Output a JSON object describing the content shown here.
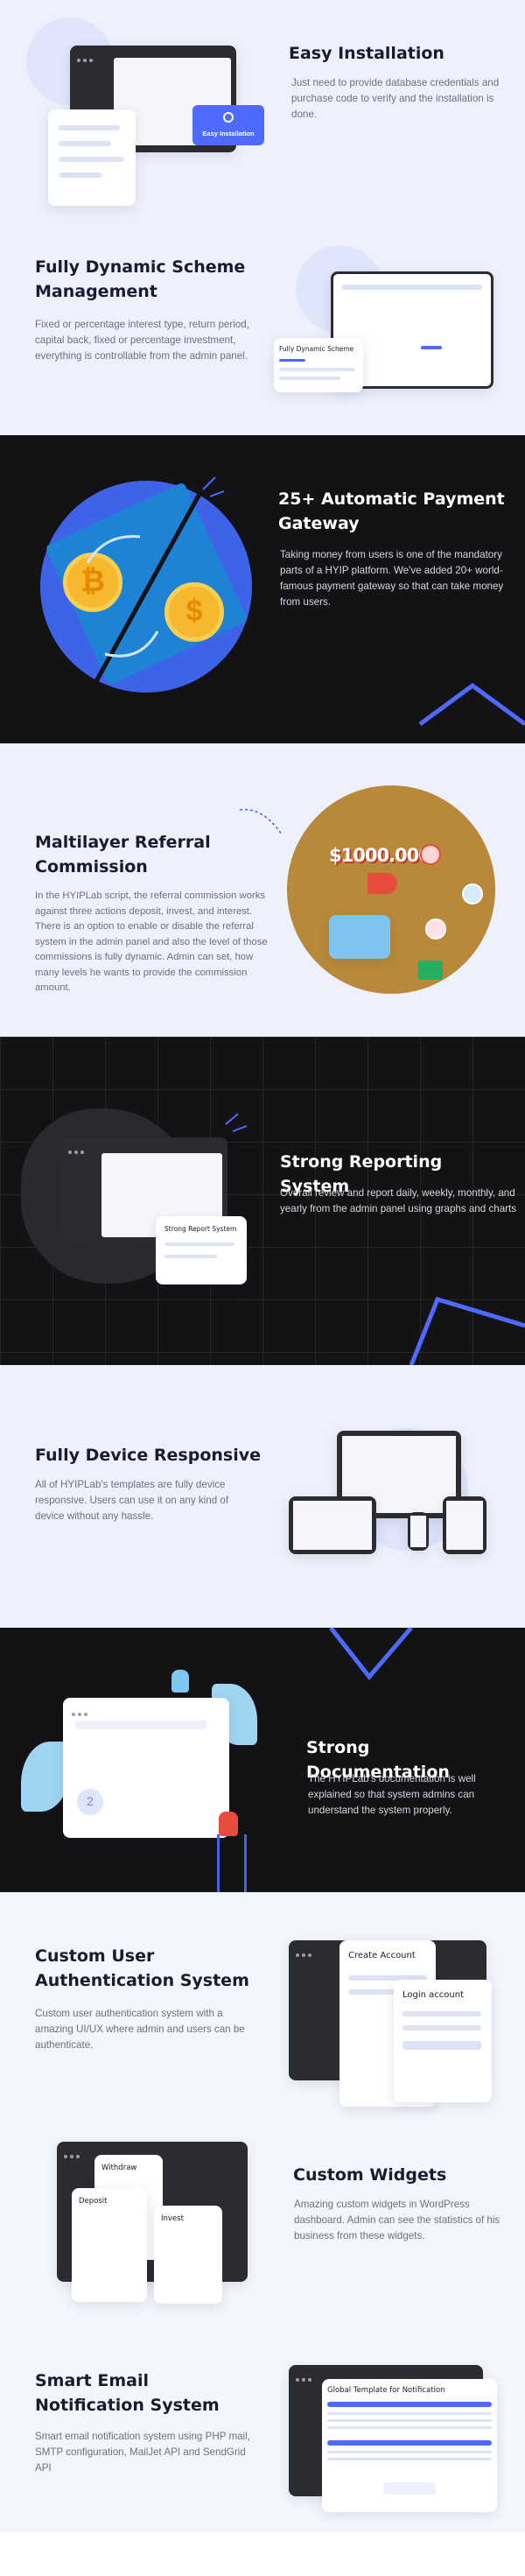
{
  "sections": [
    {
      "title": "Easy Installation",
      "desc": "Just need to provide database credentials and purchase code to verify and the installation is done.",
      "badge": "Easy Installation"
    },
    {
      "title": "Fully Dynamic Scheme Management",
      "desc": "Fixed or percentage interest type, return period, capital back, fixed or percentage investment, everything is controllable from the admin panel.",
      "badge": "Fully Dynamic Scheme"
    },
    {
      "title": "25+ Automatic Payment Gateway",
      "desc": "Taking money from users is one of the mandatory parts of a HYIP platform. We've added 20+ world-famous payment gateway so that can take money from users."
    },
    {
      "title": "Maltilayer Referral Commission",
      "desc": "In the HYIPLab script, the referral commission works against three actions deposit, invest, and interest. There is an option to enable or disable the referral system in the admin panel and also the level of those commissions is fully dynamic. Admin can set, how many levels he wants to provide the commission amount.",
      "money": "$1000.000"
    },
    {
      "title": "Strong Reporting  System",
      "desc": "Overall review and report daily, weekly, monthly, and yearly from the admin panel using graphs and charts",
      "badge": "Strong Report System"
    },
    {
      "title": "Fully Device Responsive",
      "desc": "All of HYIPLab's templates are fully device responsive. Users can use it on any kind of device without any hassle."
    },
    {
      "title": "Strong Documentation",
      "desc": "The HYIPLab's documentation is well explained so that system admins can understand the system properly.",
      "step": "2"
    },
    {
      "title": "Custom User Authentication System",
      "desc": "Custom user authentication system with a amazing UI/UX where admin and users can be authenticate.",
      "card1": "Create Account",
      "card2": "Login account"
    },
    {
      "title": "Custom Widgets",
      "desc": "Amazing custom widgets in WordPress dashboard. Admin can see the statistics of his business from these widgets.",
      "card1": "Withdraw",
      "card2": "Deposit",
      "card3": "Invest"
    },
    {
      "title": "Smart Email Notification System",
      "desc": "Smart email notification system using PHP mail, SMTP configuration, MailJet API and SendGrid API",
      "card": "Global Template for Notification"
    }
  ],
  "colors": {
    "accent": "#4f6bff",
    "dark": "#131214",
    "gold": "#f5b82e",
    "brown": "#b8893a"
  }
}
